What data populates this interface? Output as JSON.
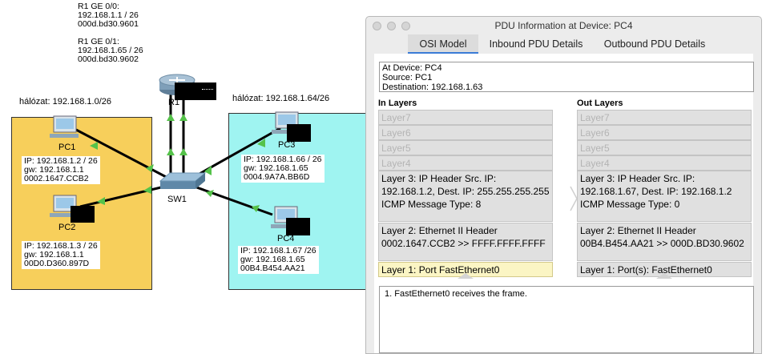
{
  "topology": {
    "router_note": "R1 GE 0/0:\n192.168.1.1 / 26\n000d.bd30.9601\n\nR1 GE 0/1:\n192.168.1.65 / 26\n000d.bd30.9602",
    "left_network_label": "hálózat: 192.168.1.0/26",
    "right_network_label": "hálózat: 192.168.1.64/26",
    "router_label": "R1",
    "switch_label": "SW1",
    "pc1": {
      "label": "PC1",
      "info": "IP: 192.168.1.2 / 26\ngw: 192.168.1.1\n0002.1647.CCB2"
    },
    "pc2": {
      "label": "PC2",
      "info": "IP: 192.168.1.3 / 26\ngw: 192.168.1.1\n00D0.D360.897D"
    },
    "pc3": {
      "label": "PC3",
      "info": "IP: 192.168.1.66 / 26\ngw: 192.168.1.65\n0004.9A7A.BB6D"
    },
    "pc4": {
      "label": "PC4",
      "info": "IP: 192.168.1.67 /26\ngw: 192.168.1.65\n00B4.B454.AA21"
    },
    "colors": {
      "left_zone": "#f7cf5b",
      "right_zone": "#9ff4f1",
      "link_light": "#55c24a"
    }
  },
  "dialog": {
    "title": "PDU Information at Device: PC4",
    "tabs": [
      "OSI Model",
      "Inbound PDU Details",
      "Outbound PDU Details"
    ],
    "active_tab": "OSI Model",
    "device_info": "At Device: PC4\nSource: PC1\nDestination: 192.168.1.63",
    "in_layers_title": "In Layers",
    "out_layers_title": "Out Layers",
    "in_layers": [
      "Layer7",
      "Layer6",
      "Layer5",
      "Layer4",
      "Layer 3: IP Header Src. IP: 192.168.1.2, Dest. IP: 255.255.255.255 ICMP Message Type: 8",
      "Layer 2: Ethernet II Header 0002.1647.CCB2 >> FFFF.FFFF.FFFF",
      "Layer 1: Port FastEthernet0"
    ],
    "out_layers": [
      "Layer7",
      "Layer6",
      "Layer5",
      "Layer4",
      "Layer 3: IP Header Src. IP: 192.168.1.67, Dest. IP: 192.168.1.2 ICMP Message Type: 0",
      "Layer 2: Ethernet II Header 00B4.B454.AA21 >> 000D.BD30.9602",
      "Layer 1: Port(s): FastEthernet0"
    ],
    "message": "1. FastEthernet0 receives the frame."
  }
}
